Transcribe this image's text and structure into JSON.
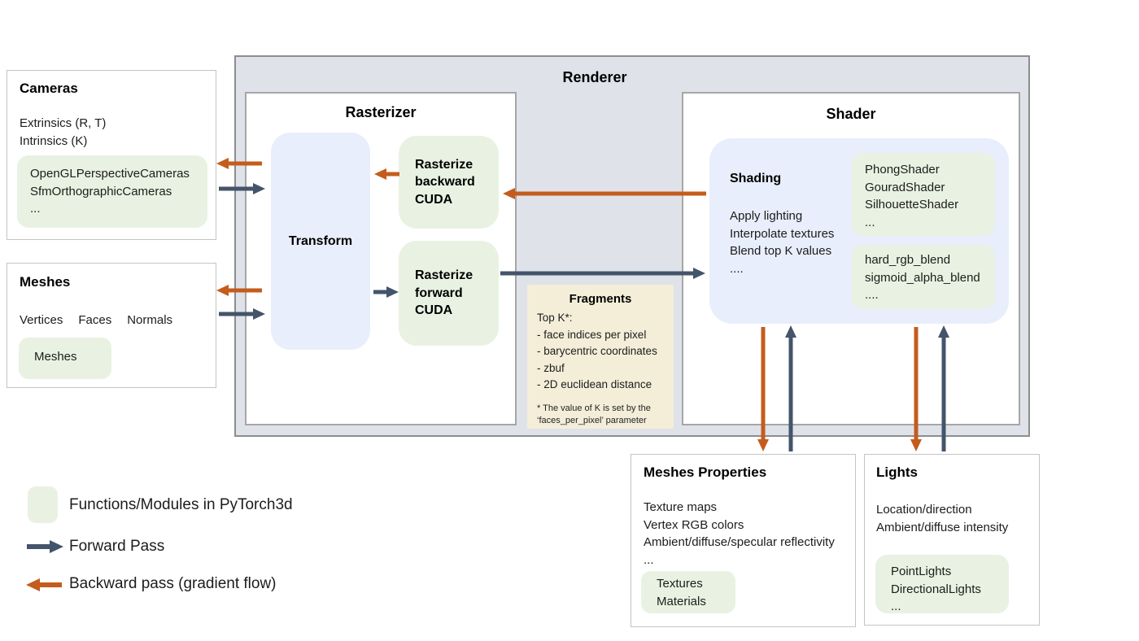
{
  "renderer": {
    "title": "Renderer"
  },
  "rasterizer": {
    "title": "Rasterizer",
    "transform_label": "Transform",
    "backward_label": "Rasterize backward CUDA",
    "forward_label": "Rasterize forward CUDA"
  },
  "shader": {
    "title": "Shader",
    "shading_title": "Shading",
    "shading_lines": [
      "Apply lighting",
      "Interpolate textures",
      "Blend top K values",
      "...."
    ],
    "shader_modules": [
      "PhongShader",
      "GouradShader",
      "SilhouetteShader",
      "..."
    ],
    "blend_modules": [
      "hard_rgb_blend",
      "sigmoid_alpha_blend",
      "...."
    ]
  },
  "fragments": {
    "title": "Fragments",
    "lines": [
      "Top K*:",
      "- face indices per pixel",
      "- barycentric coordinates",
      "- zbuf",
      "- 2D euclidean distance"
    ],
    "note": "* The value of K is set by the ‘faces_per_pixel’ parameter"
  },
  "cameras": {
    "title": "Cameras",
    "lines": [
      "Extrinsics (R, T)",
      "Intrinsics (K)"
    ],
    "modules": [
      "OpenGLPerspectiveCameras",
      "SfmOrthographicCameras",
      "..."
    ]
  },
  "meshes": {
    "title": "Meshes",
    "fields": [
      "Vertices",
      "Faces",
      "Normals"
    ],
    "module": "Meshes"
  },
  "meshes_properties": {
    "title": "Meshes Properties",
    "lines": [
      "Texture maps",
      "Vertex RGB colors",
      "Ambient/diffuse/specular reflectivity",
      "..."
    ],
    "modules": [
      "Textures",
      "Materials"
    ]
  },
  "lights": {
    "title": "Lights",
    "lines": [
      "Location/direction",
      "Ambient/diffuse intensity"
    ],
    "modules": [
      "PointLights",
      "DirectionalLights",
      "..."
    ]
  },
  "legend": {
    "modules_label": "Functions/Modules in PyTorch3d",
    "forward_label": "Forward Pass",
    "backward_label": "Backward pass (gradient flow)"
  },
  "colors": {
    "module_green": "#e9f2e2",
    "panel_blue": "#e8eefb",
    "renderer_bg": "#dfe2e9",
    "fragments_bg": "#f4eed9",
    "forward_arrow": "#44546a",
    "backward_arrow": "#c45c1d"
  }
}
